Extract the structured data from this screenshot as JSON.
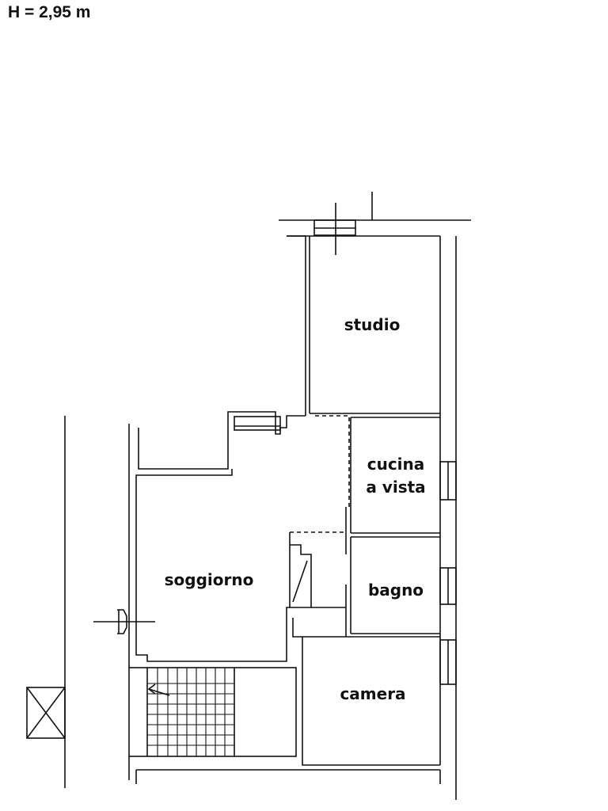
{
  "header": {
    "height_note": "H = 2,95 m"
  },
  "rooms": {
    "studio": "studio",
    "cucina_line1": "cucina",
    "cucina_line2": "a vista",
    "bagno": "bagno",
    "soggiorno": "soggiorno",
    "camera": "camera"
  },
  "colors": {
    "wall": "#111111",
    "background": "#ffffff"
  }
}
